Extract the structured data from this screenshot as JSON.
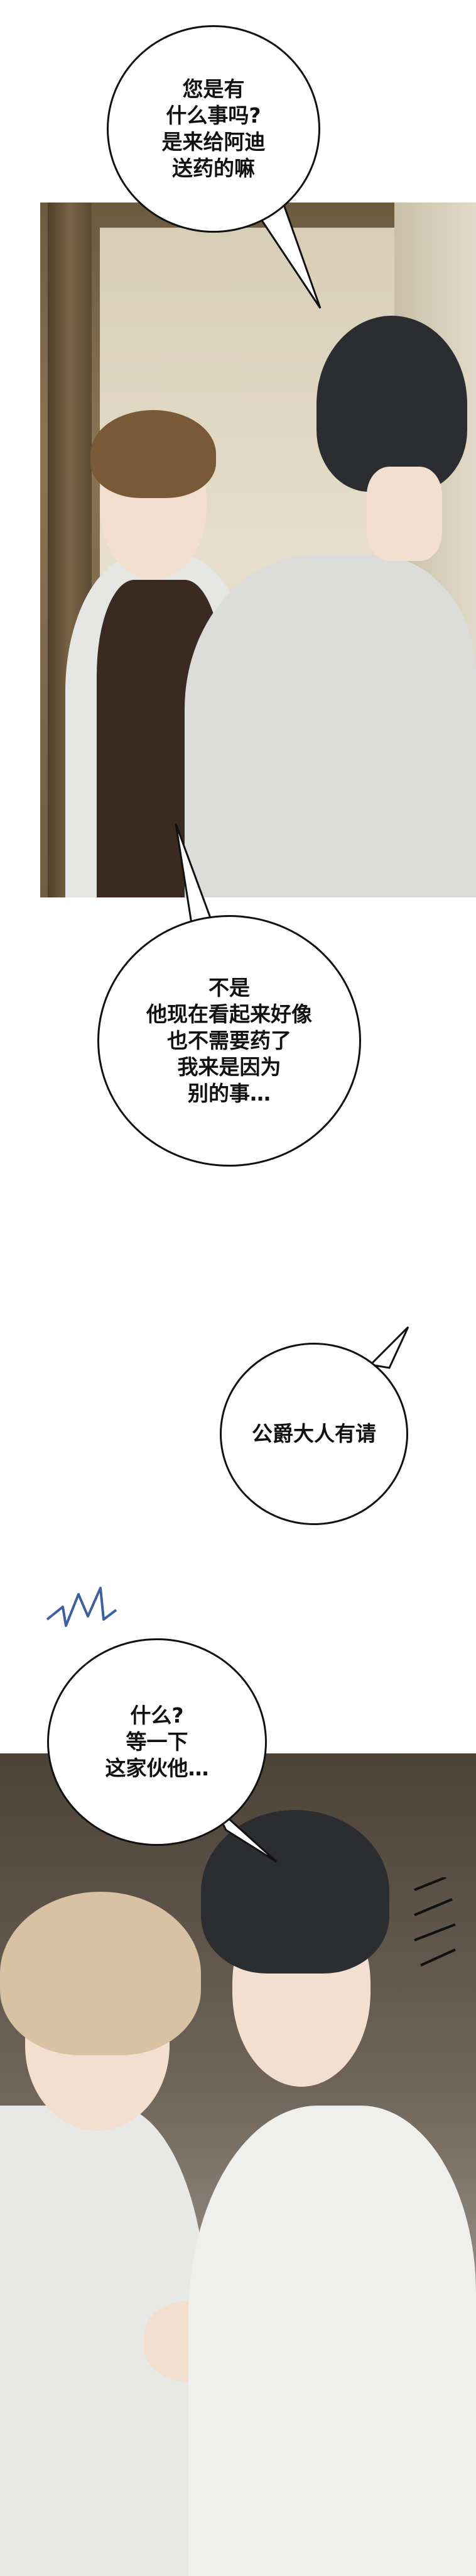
{
  "bubbles": [
    {
      "id": "bubble-1",
      "text": "您是有\n什么事吗?\n是来给阿迪\n送药的嘛"
    },
    {
      "id": "bubble-2",
      "text": "不是\n他现在看起来好像\n也不需要药了\n我来是因为\n别的事…"
    },
    {
      "id": "bubble-3",
      "text": "公爵大人有请"
    },
    {
      "id": "bubble-4",
      "text": "什么?\n等一下\n这家伙他…"
    }
  ],
  "colors": {
    "ink": "#111111",
    "paper": "#ffffff",
    "wood": "#6c5a3f",
    "shock_mark": "#3e5fa0"
  }
}
